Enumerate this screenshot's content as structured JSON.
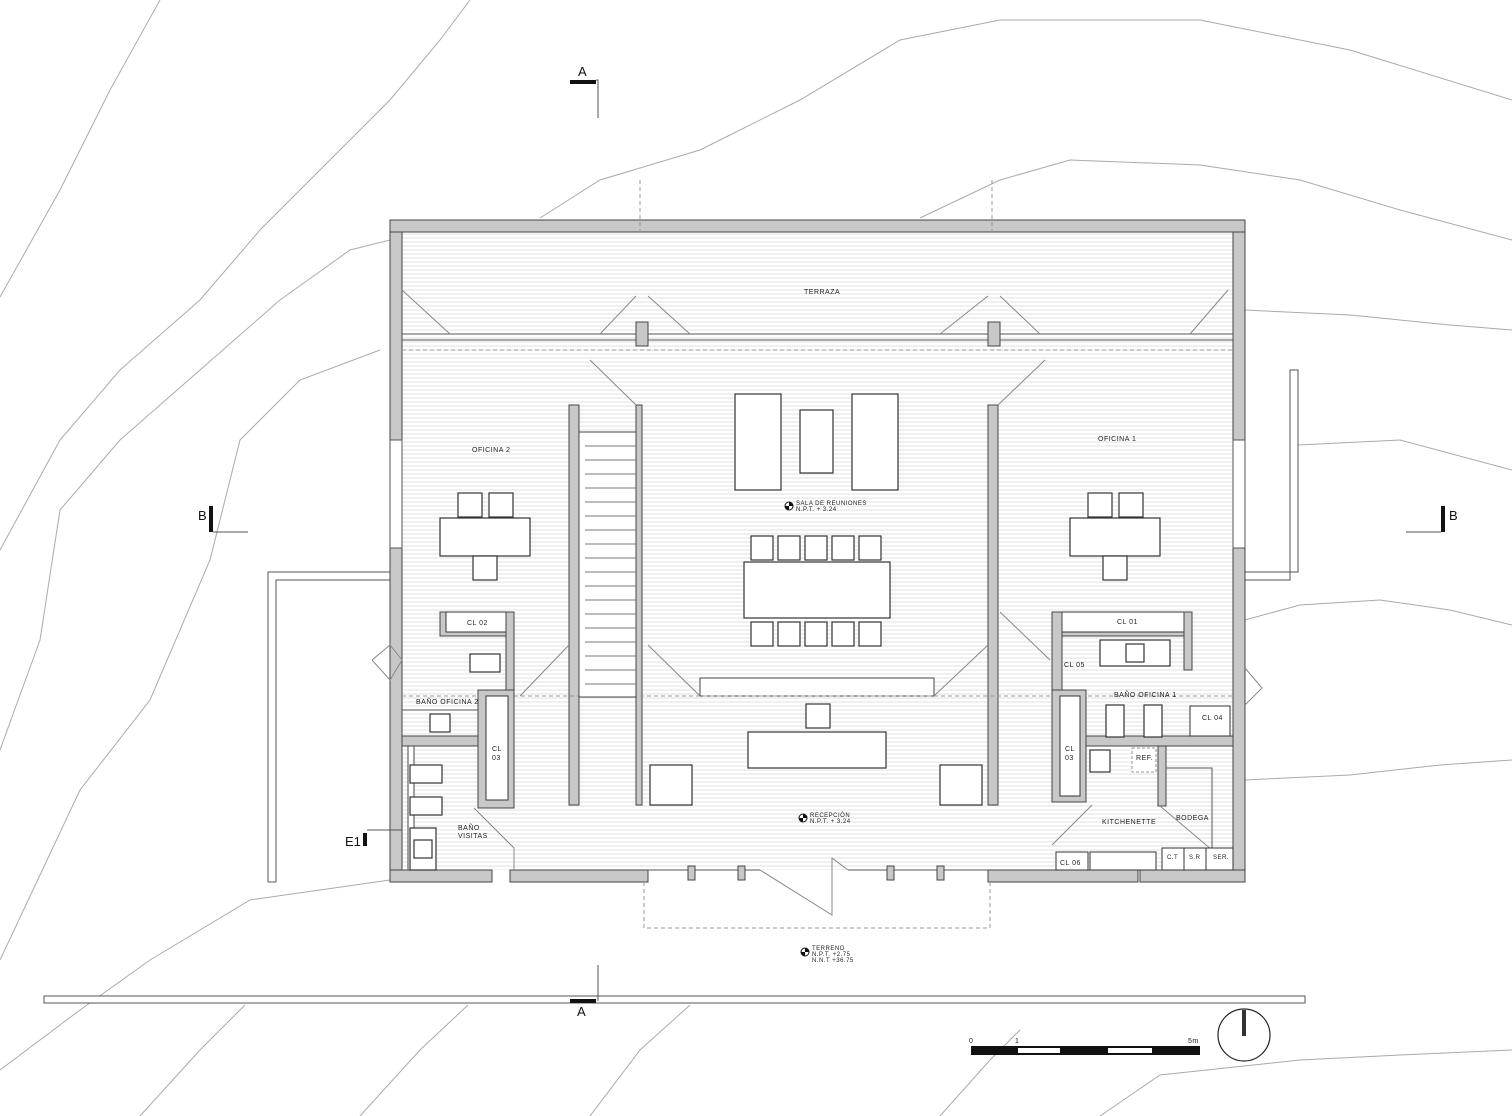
{
  "rooms": {
    "terraza": "TERRAZA",
    "oficina2": "OFICINA  2",
    "oficina1": "OFICINA  1",
    "sala_name": "SALA DE REUNIONES",
    "sala_level": "N.P.T. + 3.24",
    "recepcion_name": "RECEPCIÓN",
    "recepcion_level": "N.P.T. + 3.24",
    "terreno_name": "TERRENO",
    "terreno_npt": "N.P.T. +2.75",
    "terreno_nnt": "N.N.T  +36.75",
    "cl02": "CL  02",
    "cl01": "CL  01",
    "cl05": "CL  05",
    "cl04": "CL  04",
    "cl03_left_1": "CL",
    "cl03_left_2": "03",
    "cl03_right_1": "CL",
    "cl03_right_2": "03",
    "cl06": "CL  06",
    "bano_of2": "BAÑO  OFICINA  2",
    "bano_of1": "BAÑO  OFICINA  1",
    "bano_vis_1": "BAÑO",
    "bano_vis_2": "VISITAS",
    "kitchenette": "KITCHENETTE",
    "bodega": "BODEGA",
    "ref": "REF.",
    "ct": "C.T",
    "sr": "S.R",
    "ser": "SER."
  },
  "section_marks": {
    "a_top": "A",
    "a_bottom": "A",
    "b_left": "B",
    "b_right": "B",
    "e1": "E1"
  },
  "scale_bar": {
    "tick_0": "0",
    "tick_1": "1",
    "tick_5": "5m"
  }
}
